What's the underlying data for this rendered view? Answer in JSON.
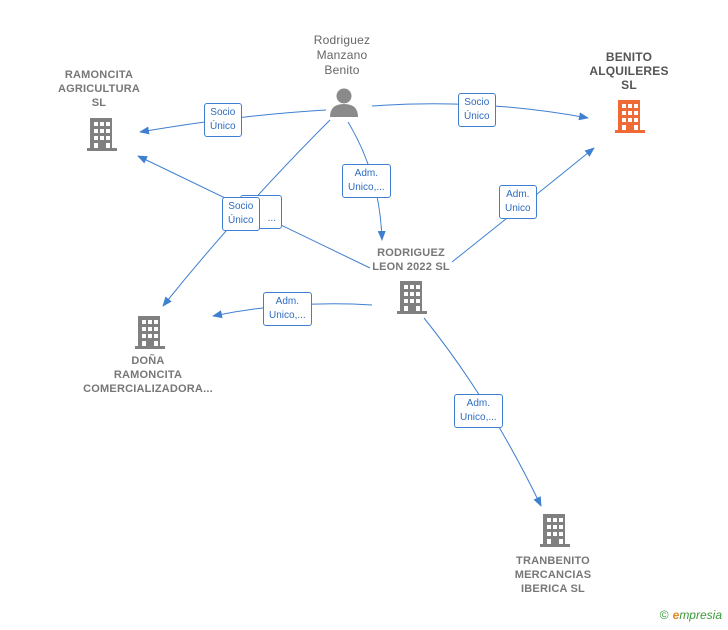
{
  "nodes": {
    "person": {
      "lines": [
        "Rodriguez",
        "Manzano",
        "Benito"
      ]
    },
    "ramoncita_agricultura": {
      "lines": [
        "RAMONCITA",
        "AGRICULTURA",
        "SL"
      ]
    },
    "benito_alquileres": {
      "lines": [
        "BENITO",
        "ALQUILERES",
        "SL"
      ]
    },
    "rodriguez_leon": {
      "lines": [
        "RODRIGUEZ",
        "LEON 2022  SL"
      ]
    },
    "dona_ramoncita": {
      "lines": [
        "DOÑA",
        "RAMONCITA",
        "COMERCIALIZADORA..."
      ]
    },
    "tranbenito": {
      "lines": [
        "TRANBENITO",
        "MERCANCIAS",
        "IBERICA  SL"
      ]
    }
  },
  "edges": {
    "person_ramoncita": [
      "Socio",
      "Único"
    ],
    "person_benito": [
      "Socio",
      "Único"
    ],
    "person_rodriguez": [
      "Adm.",
      "Unico,..."
    ],
    "person_dona_back": [
      "",
      "..."
    ],
    "person_dona_front": [
      "Socio",
      "Único"
    ],
    "rodriguez_benito": [
      "Adm.",
      "Unico"
    ],
    "rodriguez_dona": [
      "Adm.",
      "Unico,..."
    ],
    "rodriguez_tranbenito": [
      "Adm.",
      "Unico,..."
    ]
  },
  "colors": {
    "edge": "#3f7fd1",
    "building": "#808080",
    "focus_building": "#f06a35",
    "person": "#8a8a8a"
  },
  "footer": {
    "copyright": "©",
    "brand_initial": "e",
    "brand_rest": "mpresia"
  }
}
